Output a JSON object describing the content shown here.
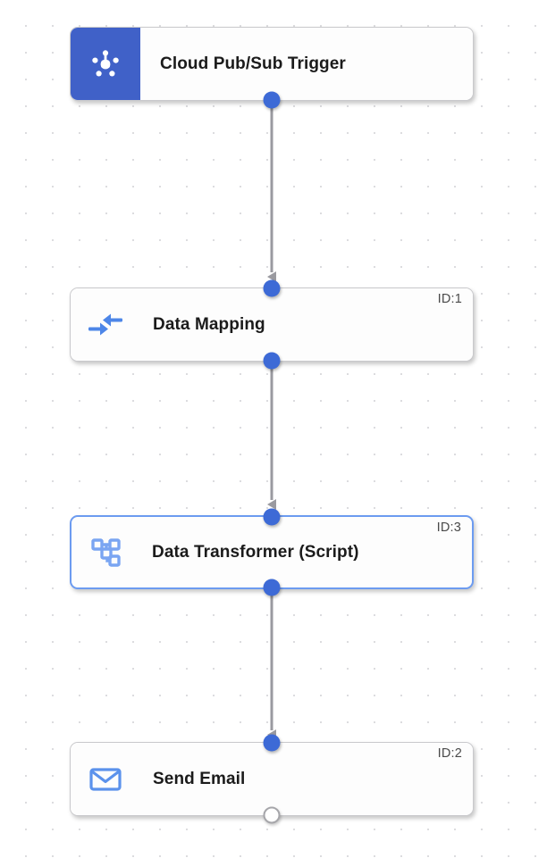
{
  "canvas": {
    "name": "workflow-canvas",
    "background_color": "#ffffff",
    "grid_dot_color": "#dcdcdf",
    "grid_spacing": 30
  },
  "theme": {
    "accent_blue": "#3d6ad6",
    "trigger_panel_blue": "#4061c8",
    "icon_blue": "#6c9bf0",
    "selection_blue": "#6c9bf0",
    "edge_gray": "#9a9aa0",
    "node_bg": "#fdfdfd",
    "node_border": "#c9c9cc",
    "label_color": "#1b1b1b",
    "id_color": "#4a4a4a"
  },
  "nodes": [
    {
      "key": "trigger",
      "label": "Cloud Pub/Sub Trigger",
      "icon": "pubsub-hub-icon",
      "id_label": "",
      "selected": false,
      "style": "trigger",
      "ports": {
        "top": "none",
        "bottom": "filled"
      }
    },
    {
      "key": "mapping",
      "label": "Data Mapping",
      "icon": "data-mapping-arrows-icon",
      "id_label": "ID:1",
      "selected": false,
      "style": "standard",
      "ports": {
        "top": "filled",
        "bottom": "filled"
      }
    },
    {
      "key": "transformer",
      "label": "Data Transformer (Script)",
      "icon": "account-tree-icon",
      "id_label": "ID:3",
      "selected": true,
      "style": "standard",
      "ports": {
        "top": "filled",
        "bottom": "filled"
      }
    },
    {
      "key": "email",
      "label": "Send Email",
      "icon": "envelope-icon",
      "id_label": "ID:2",
      "selected": false,
      "style": "standard",
      "ports": {
        "top": "filled",
        "bottom": "hollow"
      }
    }
  ],
  "edges": [
    {
      "from": "trigger",
      "to": "mapping",
      "arrow": "down"
    },
    {
      "from": "mapping",
      "to": "transformer",
      "arrow": "down"
    },
    {
      "from": "transformer",
      "to": "email",
      "arrow": "down"
    }
  ]
}
